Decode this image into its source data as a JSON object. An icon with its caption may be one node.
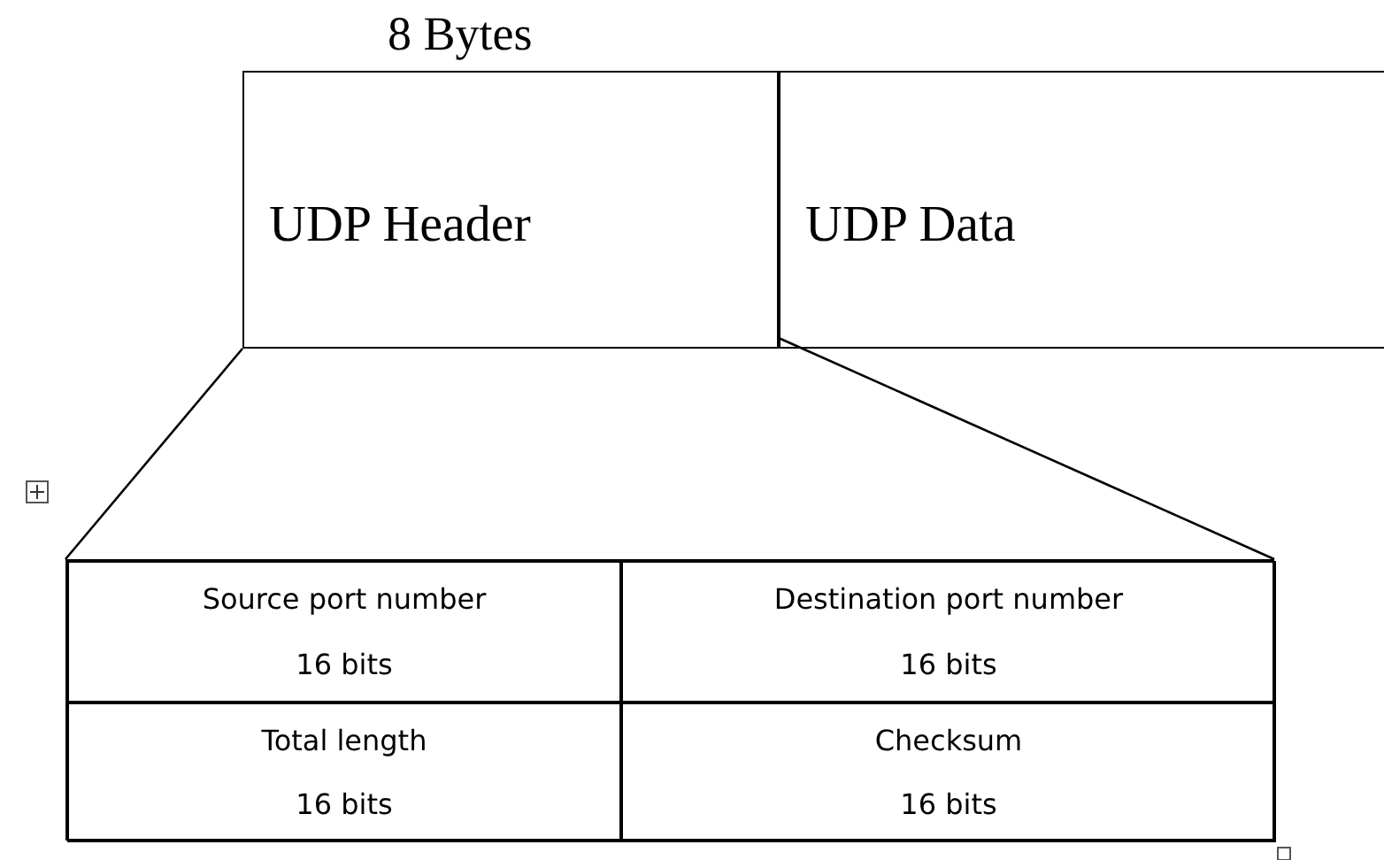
{
  "diagram": {
    "nodes": [
      {
        "text": [
          "UDP Header"
        ],
        "beside": [
          "8 Bytes"
        ]
      },
      {
        "text": [
          "UDP Data"
        ]
      },
      {
        "text": [],
        "shape": "box"
      },
      {
        "text": [
          "Source port number",
          "16 bits"
        ],
        "in": 2
      },
      {
        "text": [
          "Destination port number",
          "16 bits"
        ],
        "in": 2
      },
      {
        "text": [
          "Total length",
          "16 bits"
        ],
        "in": 2
      },
      {
        "text": [
          "Checksum",
          "16 bits"
        ],
        "in": 2
      }
    ],
    "edges": [
      {
        "from": 0,
        "to": 2,
        "arrow": "none"
      },
      {
        "from": 0,
        "to": 2,
        "arrow": "none"
      }
    ]
  }
}
